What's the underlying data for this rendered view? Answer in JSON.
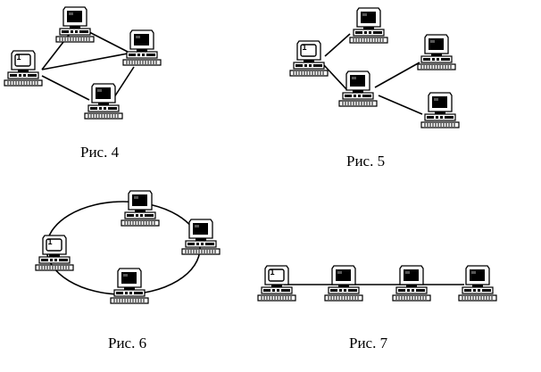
{
  "figures": [
    {
      "caption": "Рис. 4",
      "topology": "mesh",
      "hub_label": "1"
    },
    {
      "caption": "Рис. 5",
      "topology": "tree",
      "hub_label": "1"
    },
    {
      "caption": "Рис. 6",
      "topology": "ring",
      "hub_label": "1"
    },
    {
      "caption": "Рис. 7",
      "topology": "bus",
      "hub_label": "1"
    }
  ]
}
